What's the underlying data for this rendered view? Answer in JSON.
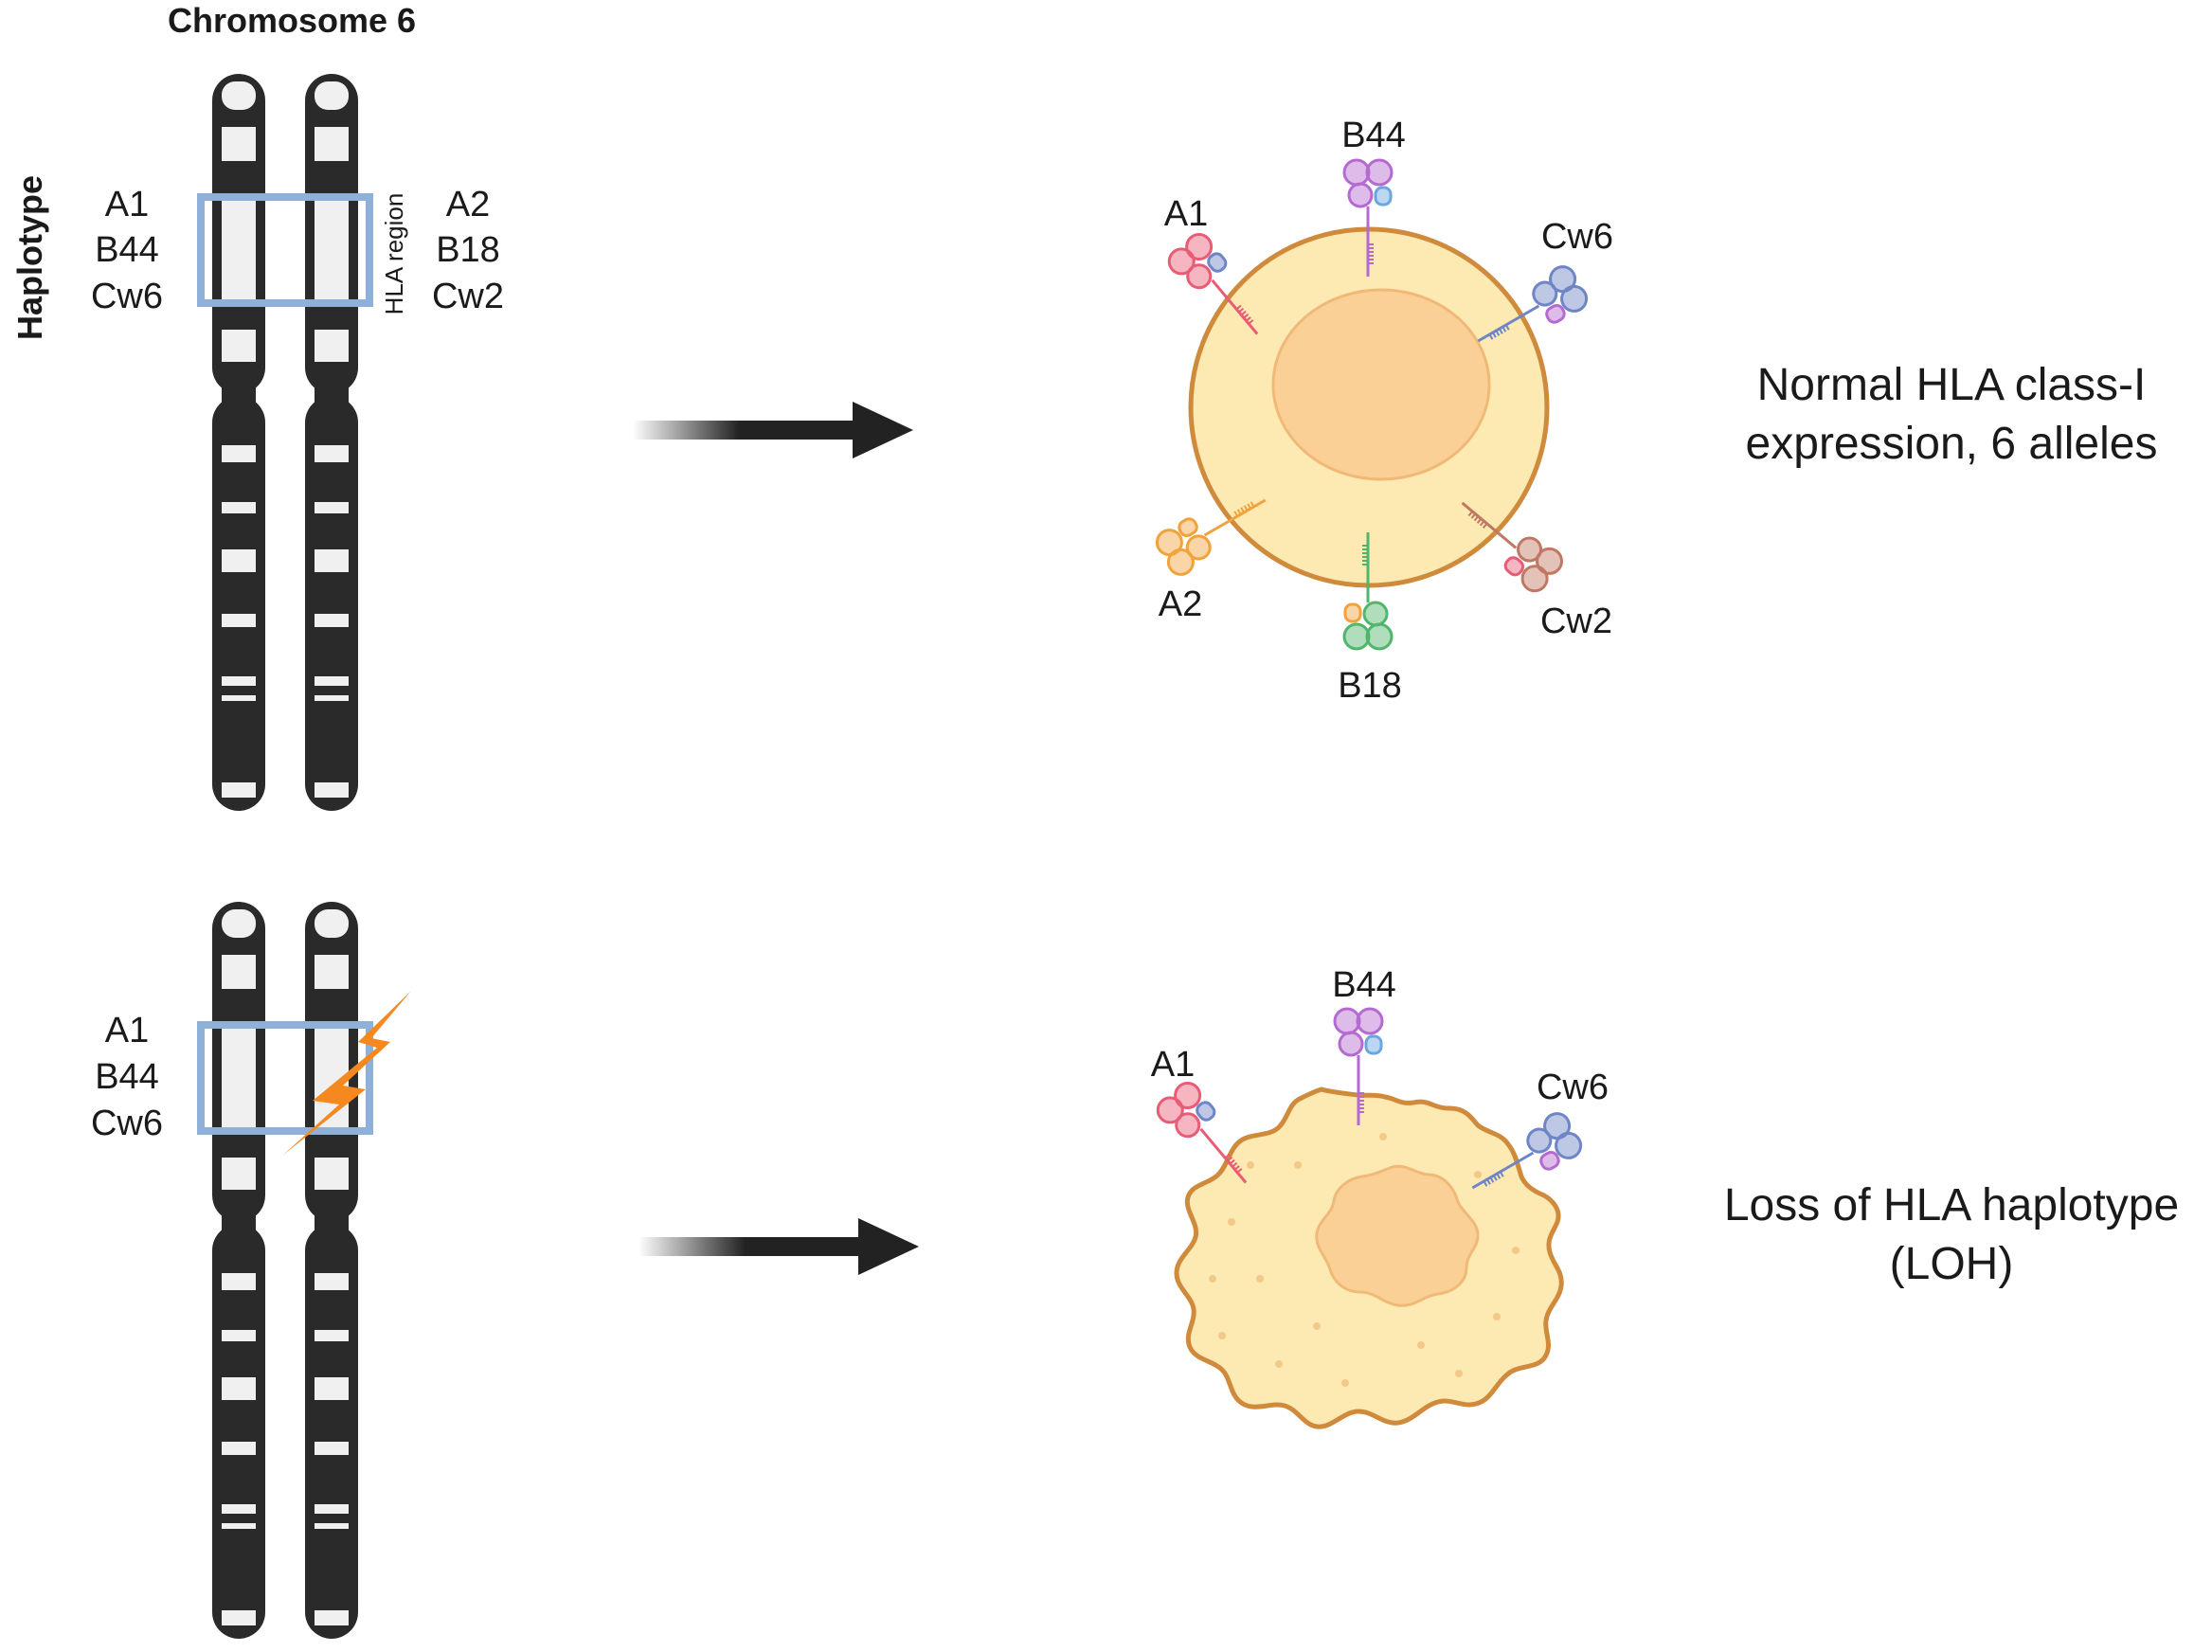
{
  "header": {
    "title": "Chromosome 6",
    "side_label": "Haplotype"
  },
  "top": {
    "region_label": "HLA region",
    "left_alleles": [
      "A1",
      "B44",
      "Cw6"
    ],
    "right_alleles": [
      "A2",
      "B18",
      "Cw2"
    ],
    "cell_alleles": [
      "B44",
      "A1",
      "Cw6",
      "A2",
      "B18",
      "Cw2"
    ],
    "caption": [
      "Normal HLA class-I",
      "expression, 6 alleles"
    ]
  },
  "bottom": {
    "left_alleles": [
      "A1",
      "B44",
      "Cw6"
    ],
    "cell_alleles": [
      "B44",
      "A1",
      "Cw6"
    ],
    "caption": [
      "Loss of HLA haplotype",
      "(LOH)"
    ]
  },
  "colors": {
    "chromosome": "#2a2a2a",
    "band_light": "#f0f0f0",
    "hla_box": "#8fb0d8",
    "lightning": "#f5891f",
    "cell_fill": "#fde9b2",
    "cell_border": "#cf8a3c",
    "nucleus": "#fbd096",
    "a1": "#e85d75",
    "b44": "#b46ad0",
    "cw6": "#6e85c6",
    "a2": "#f2a23b",
    "b18": "#4fb66c",
    "cw2": "#c07862"
  },
  "icons": [
    "chromosome-icon",
    "lightning-icon",
    "arrow-icon",
    "hla-molecule-icon",
    "cell-icon"
  ]
}
